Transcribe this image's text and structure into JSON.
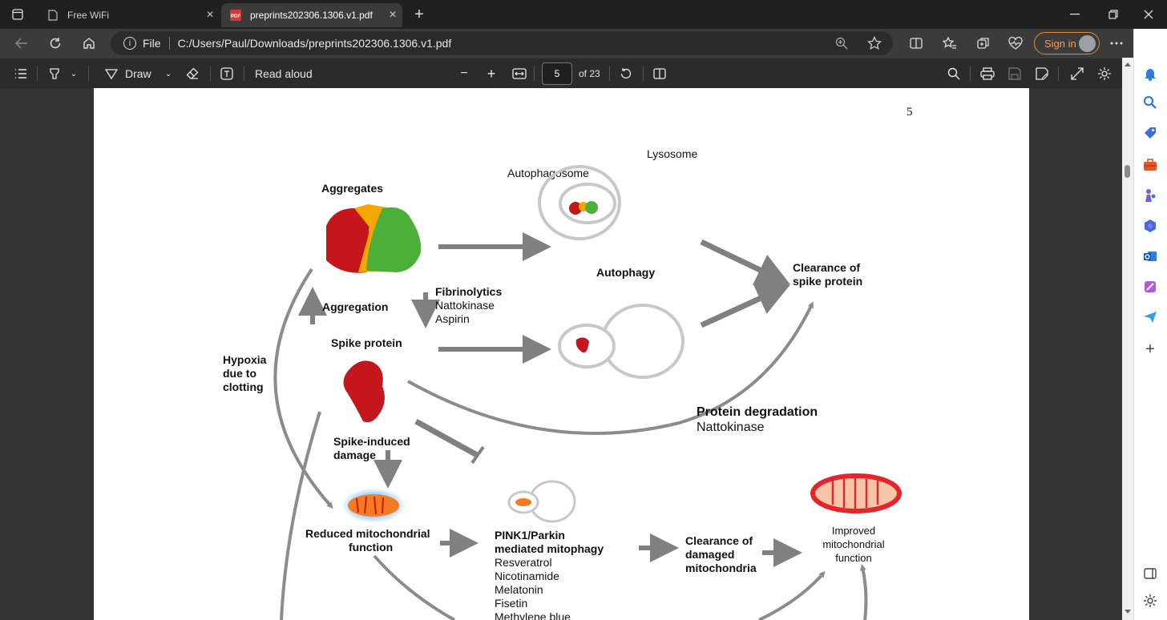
{
  "browser": {
    "tabs": [
      {
        "title": "Free WiFi",
        "active": false
      },
      {
        "title": "preprints202306.1306.v1.pdf",
        "active": true
      }
    ],
    "new_tab_symbol": "+",
    "address": {
      "scheme_label": "File",
      "url": "C:/Users/Paul/Downloads/preprints202306.1306.v1.pdf"
    },
    "signin_label": "Sign in",
    "accent_color": "#e0893a"
  },
  "pdf_toolbar": {
    "draw_label": "Draw",
    "read_aloud_label": "Read aloud",
    "current_page": "5",
    "page_total": "of 23",
    "zoom_out_symbol": "−",
    "zoom_in_symbol": "+"
  },
  "page": {
    "page_number": "5",
    "figure": {
      "lysosome": "Lysosome",
      "autophagosome": "Autophagosome",
      "aggregates": "Aggregates",
      "autophagy": "Autophagy",
      "clearance_spike_1": "Clearance of",
      "clearance_spike_2": "spike protein",
      "fibrinolytics": "Fibrinolytics",
      "nattokinase": "Nattokinase",
      "aspirin": "Aspirin",
      "aggregation": "Aggregation",
      "spike_protein": "Spike protein",
      "hypoxia_1": "Hypoxia",
      "hypoxia_2": "due to",
      "hypoxia_3": "clotting",
      "protein_degradation": "Protein degradation",
      "protein_degradation_agent": "Nattokinase",
      "spike_damage_1": "Spike-induced",
      "spike_damage_2": "damage",
      "reduced_mito_1": "Reduced mitochondrial",
      "reduced_mito_2": "function",
      "pink1_1": "PINK1/Parkin",
      "pink1_2": "mediated mitophagy",
      "agents": [
        "Resveratrol",
        "Nicotinamide",
        "Melatonin",
        "Fisetin",
        "Methylene blue"
      ],
      "clearance_damaged_1": "Clearance of",
      "clearance_damaged_2": "damaged",
      "clearance_damaged_3": "mitochondria",
      "improved_1": "Improved",
      "improved_2": "mitochondrial",
      "improved_3": "function"
    }
  }
}
